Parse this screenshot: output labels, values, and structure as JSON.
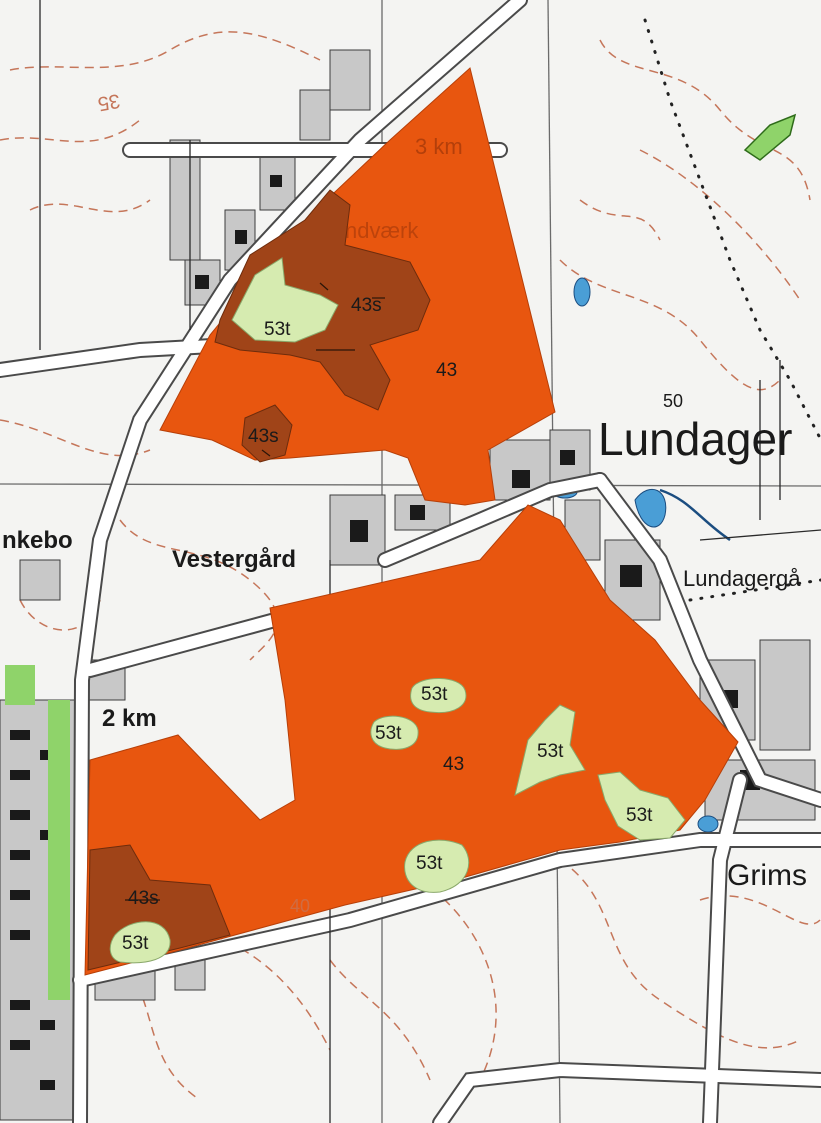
{
  "place_names": {
    "lundager": "Lundager",
    "vestergard": "Vestergård",
    "lundagergard": "Lundagergå",
    "grims": "Grims",
    "nkebo": "nkebo"
  },
  "distance_markers": {
    "two_km": "2 km",
    "three_km": "3 km"
  },
  "faded_labels": {
    "vaerk": "ndværk"
  },
  "contour_labels": {
    "c35": "35",
    "c50": "50",
    "c40": "40"
  },
  "zone_labels": {
    "z43_north": "43",
    "z43_south": "43",
    "z43s_a": "43s",
    "z43s_b": "43s",
    "z43s_c": "43s",
    "z53t_a": "53t",
    "z53t_b": "53t",
    "z53t_c": "53t",
    "z53t_d": "53t",
    "z53t_e": "53t",
    "z53t_f": "53t",
    "z53t_g": "53t"
  },
  "colors": {
    "zone_43": "#e8560f",
    "zone_43s": "#a04418",
    "zone_53t": "#d6ebb0",
    "contour": "#c5765a",
    "road": "#ffffff",
    "road_edge": "#4a4a4a",
    "building": "#c8c8c8",
    "water": "#4a9ed6",
    "green_strip": "#8fd36a"
  }
}
